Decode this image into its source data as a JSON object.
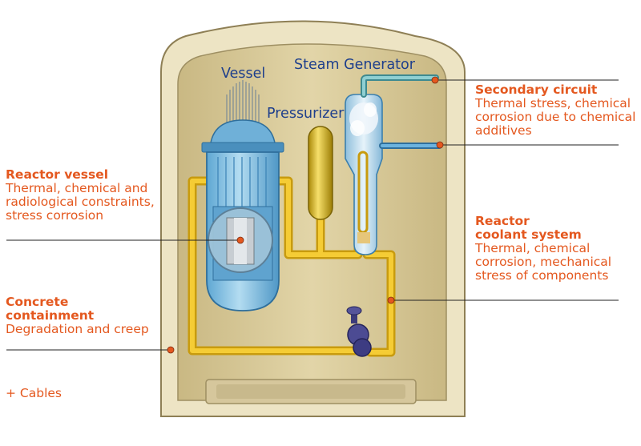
{
  "components": {
    "vessel": "Vessel",
    "steam_generator": "Steam Generator",
    "pressurizer": "Pressurizer"
  },
  "callouts": {
    "secondary_circuit": {
      "heading": "Secondary circuit",
      "description": "Thermal stress, chemical\ncorrosion due to chemical\nadditives"
    },
    "reactor_vessel": {
      "heading": "Reactor vessel",
      "description": "Thermal, chemical and\nradiological constraints,\nstress corrosion"
    },
    "reactor_coolant": {
      "heading": "Reactor\ncoolant system",
      "description": "Thermal, chemical\ncorrosion, mechanical\nstress of components"
    },
    "concrete_containment": {
      "heading": "Concrete\ncontainment",
      "description": "Degradation and creep"
    }
  },
  "footer": {
    "cables": "+ Cables"
  },
  "colors": {
    "accent": "#e4581f",
    "component_text": "#1e3f8c",
    "containment": "#ede4c4",
    "interior": "#d8c998",
    "coolant_pipe": "#f3c02a",
    "vessel": "#7dbde0"
  }
}
